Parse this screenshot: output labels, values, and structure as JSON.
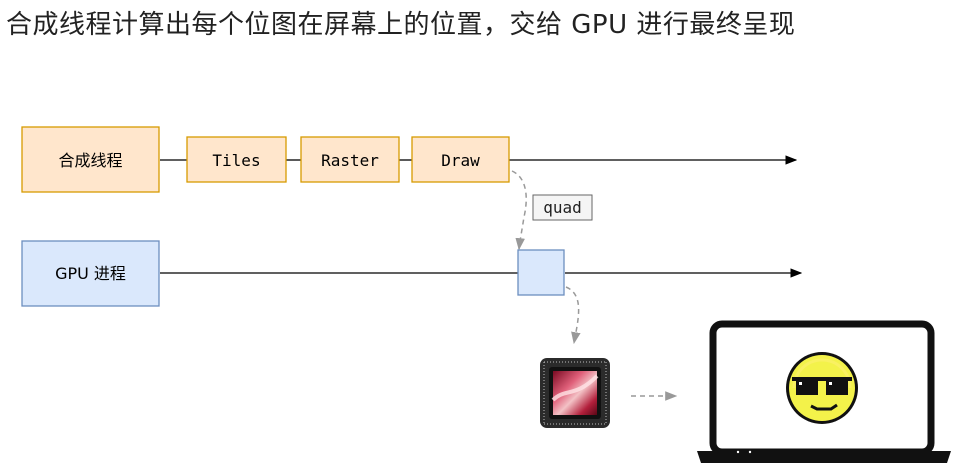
{
  "heading": "合成线程计算出每个位图在屏幕上的位置，交给 GPU 进行最终呈现",
  "nodes": {
    "compositor_thread": "合成线程",
    "tiles": "Tiles",
    "raster": "Raster",
    "draw": "Draw",
    "gpu_process": "GPU 进程"
  },
  "edge_labels": {
    "quad": "quad"
  },
  "icons": {
    "chip": "gpu-chip-icon",
    "laptop": "laptop-icon",
    "face": "pixel-sunglasses-smiley-icon"
  },
  "colors": {
    "orange_fill": "#ffe6cc",
    "orange_stroke": "#d79b00",
    "blue_fill": "#dae8fc",
    "blue_stroke": "#6c8ebf",
    "dashed_arrow": "#999999"
  }
}
